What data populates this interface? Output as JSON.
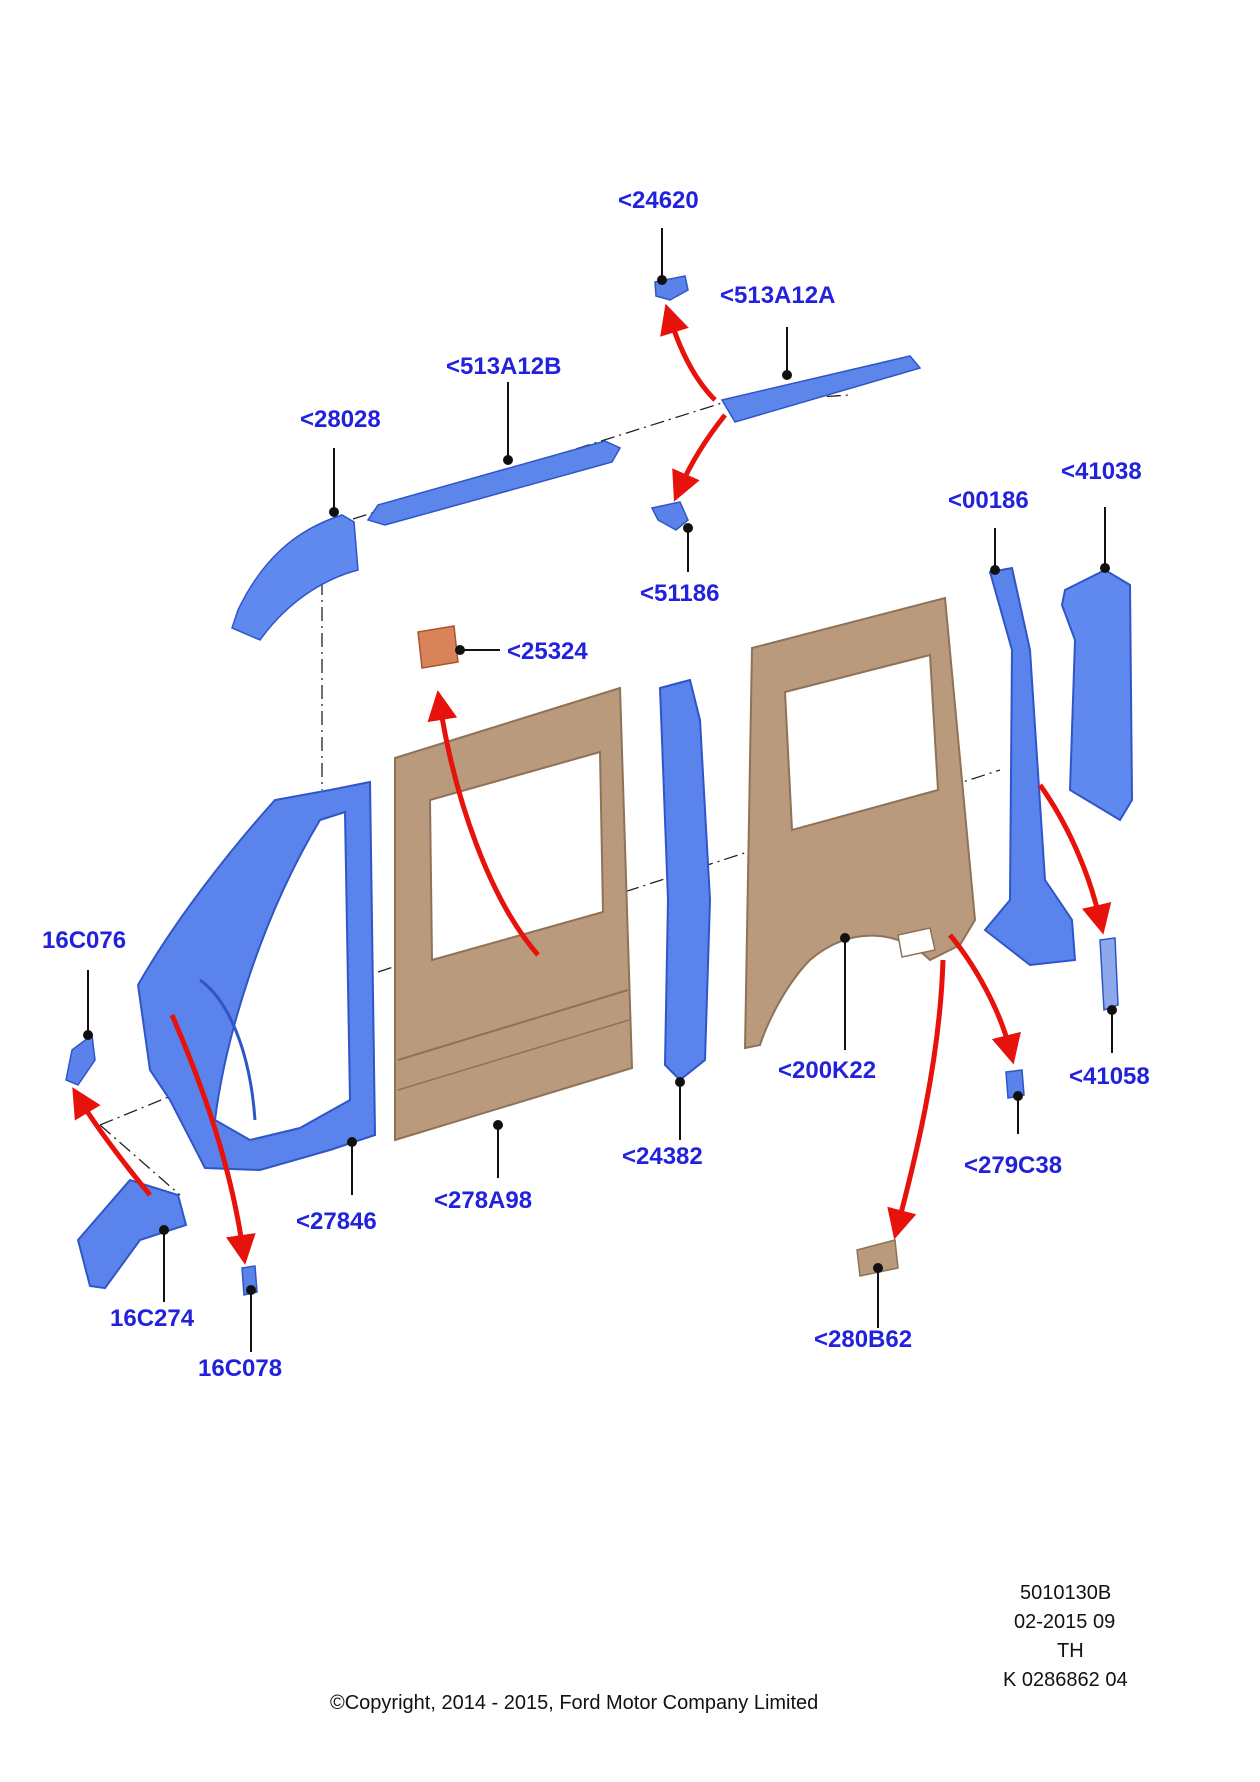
{
  "diagram": {
    "callouts": [
      {
        "id": "24620",
        "label": "<24620"
      },
      {
        "id": "513A12A",
        "label": "<513A12A"
      },
      {
        "id": "513A12B",
        "label": "<513A12B"
      },
      {
        "id": "28028",
        "label": "<28028"
      },
      {
        "id": "41038",
        "label": "<41038"
      },
      {
        "id": "00186",
        "label": "<00186"
      },
      {
        "id": "51186",
        "label": "<51186"
      },
      {
        "id": "25324",
        "label": "<25324"
      },
      {
        "id": "16C076",
        "label": "16C076"
      },
      {
        "id": "200K22",
        "label": "<200K22"
      },
      {
        "id": "41058",
        "label": "<41058"
      },
      {
        "id": "24382",
        "label": "<24382"
      },
      {
        "id": "279C38",
        "label": "<279C38"
      },
      {
        "id": "27846",
        "label": "<27846"
      },
      {
        "id": "278A98",
        "label": "<278A98"
      },
      {
        "id": "16C274",
        "label": "16C274"
      },
      {
        "id": "280B62",
        "label": "<280B62"
      },
      {
        "id": "16C078",
        "label": "16C078"
      }
    ],
    "colors": {
      "label": "#2222dd",
      "blue_part": "#4f7ae6",
      "blue_part_dark": "#2f55c8",
      "tan_panel": "#b99a7c",
      "tan_panel_dark": "#8f7257",
      "orange_part": "#d9835a",
      "arrow": "#e8120c"
    }
  },
  "footer": {
    "drawing_code": "5010130B",
    "date": "02-2015 09",
    "region": "TH",
    "reference": "K 0286862 04",
    "copyright": "©Copyright, 2014 - 2015, Ford Motor Company Limited"
  }
}
